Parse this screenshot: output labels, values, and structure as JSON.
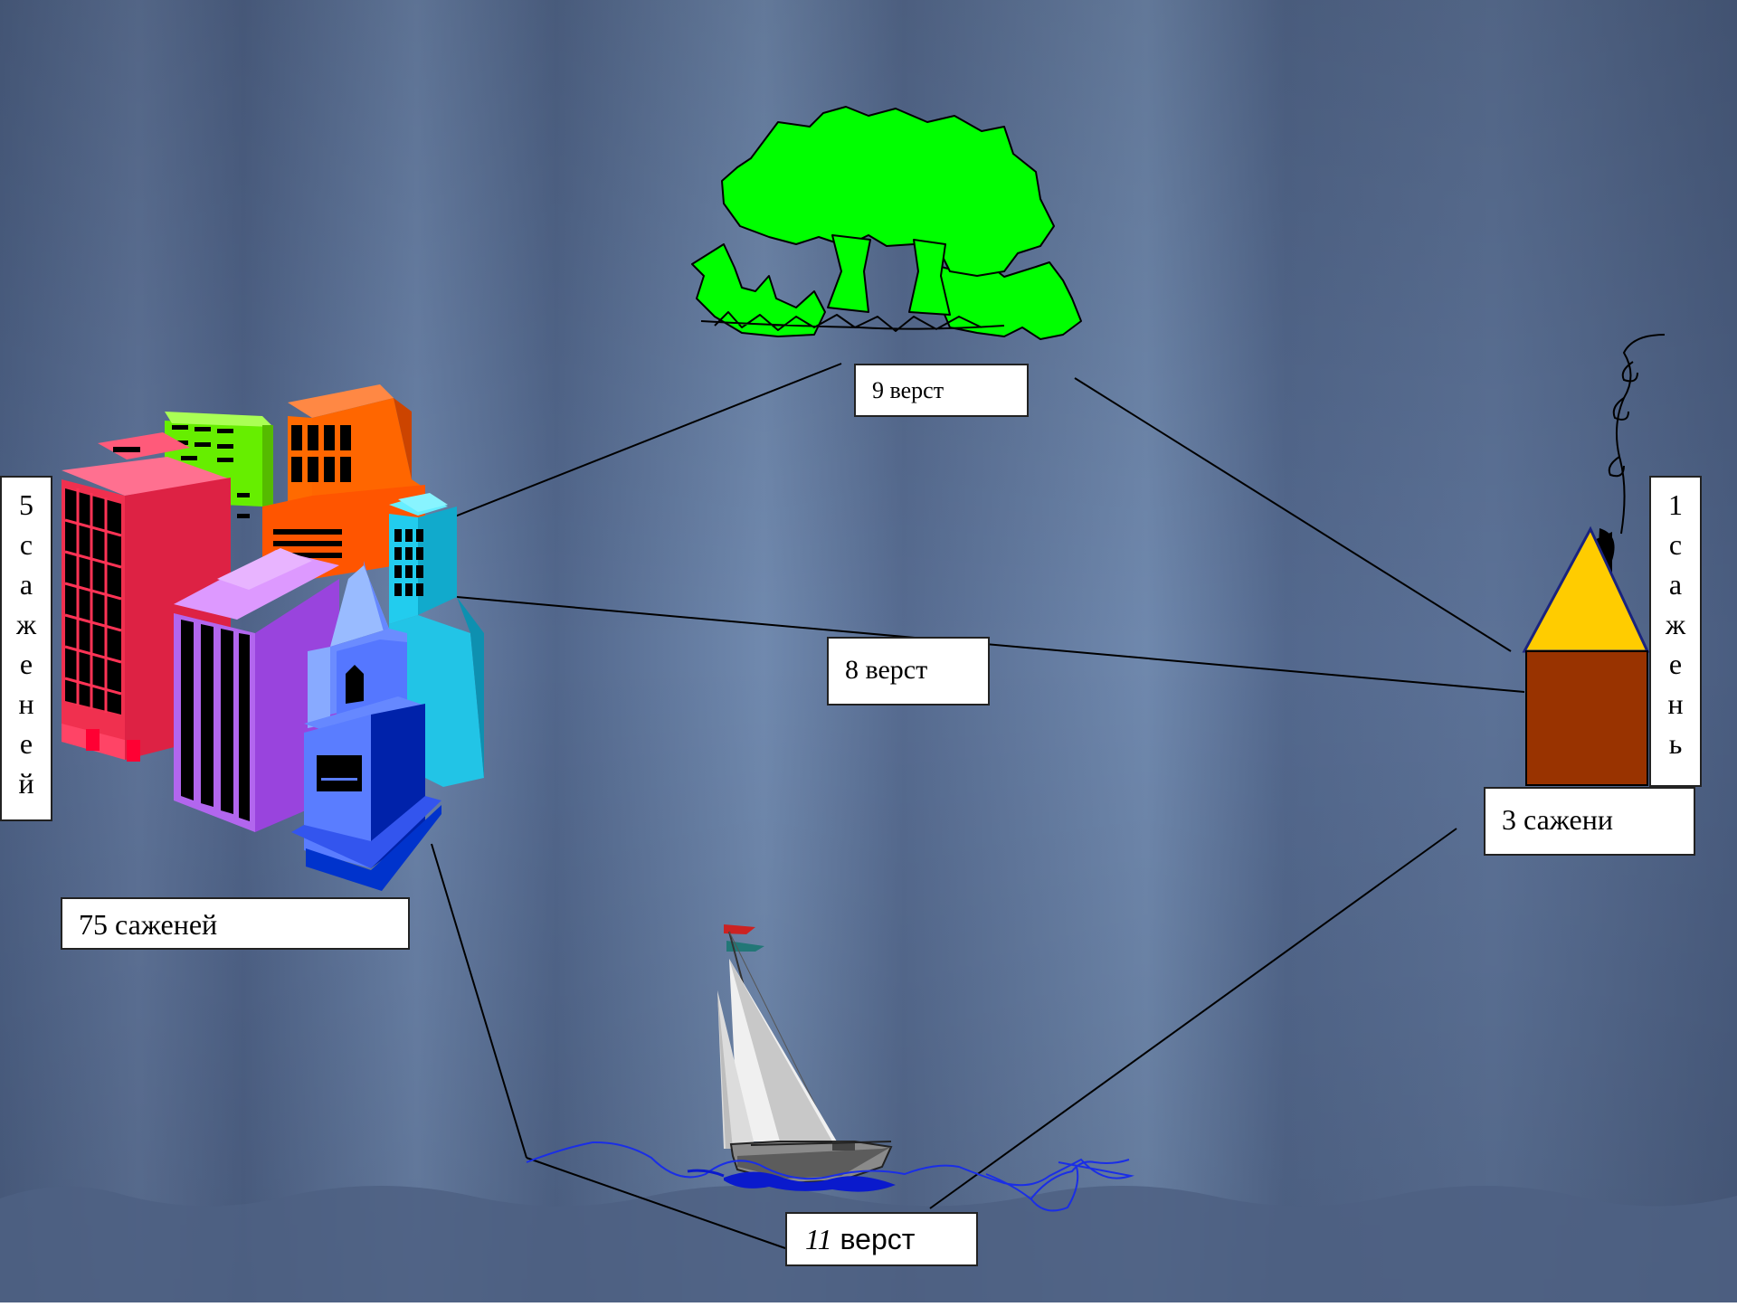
{
  "colors": {
    "background_top": "#5a6f92",
    "background_stripe_light": "#7189ae",
    "background_stripe_dark": "#4d6185",
    "tree_green": "#00ff00",
    "house_roof": "#ffcc00",
    "house_wall": "#993300",
    "water_blue": "#1a2ee6",
    "connector_line": "#000000"
  },
  "labels": {
    "tree_distance": "9 верст",
    "city_house_distance": "8 верст",
    "boat_distance_number": "11",
    "boat_distance_unit": " верст",
    "city_width": "75 саженей",
    "house_width": "3 сажени",
    "city_height": [
      "5",
      "с",
      "а",
      "ж",
      "е",
      "н",
      "е",
      "й"
    ],
    "house_height": [
      "1",
      "с",
      "а",
      "ж",
      "е",
      "н",
      "ь"
    ]
  },
  "icons": [
    "city-buildings-icon",
    "tree-icon",
    "house-icon",
    "sailboat-icon",
    "water-waves-icon"
  ]
}
